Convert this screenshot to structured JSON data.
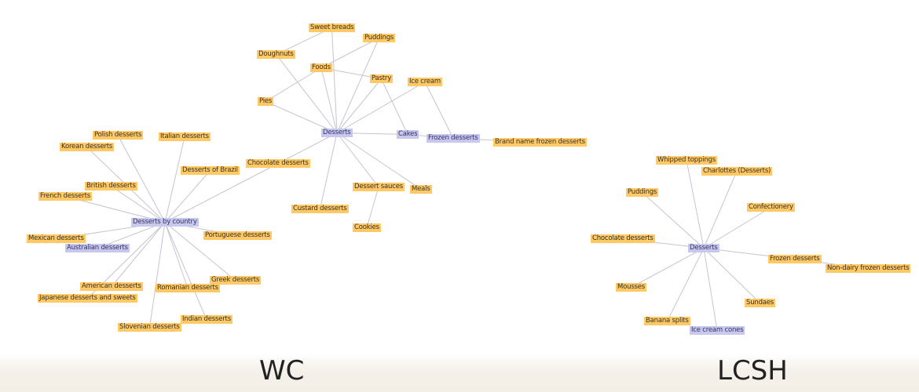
{
  "colors": {
    "leaf": "#ffc966",
    "hub": "#c8c8ee",
    "edge": "#c4c4d4"
  },
  "captions": {
    "wc": "WC",
    "lcsh": "LCSH"
  },
  "wc": {
    "desserts": "Desserts",
    "sweet_breads": "Sweet breads",
    "puddings": "Puddings",
    "doughnuts": "Doughnuts",
    "foods": "Foods",
    "pastry": "Pastry",
    "ice_cream": "Ice cream",
    "pies": "Pies",
    "cakes": "Cakes",
    "frozen": "Frozen desserts",
    "brand_name": "Brand name frozen desserts",
    "chocolate": "Chocolate desserts",
    "sauces": "Dessert sauces",
    "meals": "Meals",
    "custard": "Custard desserts",
    "cookies": "Cookies",
    "by_country": "Desserts by country",
    "italian": "Italian desserts",
    "polish": "Polish desserts",
    "korean": "Korean desserts",
    "brazil": "Desserts of Brazil",
    "british": "British desserts",
    "french": "French desserts",
    "portuguese": "Portuguese desserts",
    "mexican": "Mexican desserts",
    "australian": "Australian desserts",
    "greek": "Greek desserts",
    "american": "American desserts",
    "romanian": "Romanian desserts",
    "japanese": "Japanese desserts and sweets",
    "indian": "Indian desserts",
    "slovenian": "Slovenian desserts"
  },
  "lcsh": {
    "desserts": "Desserts",
    "whipped": "Whipped toppings",
    "charlottes": "Charlottes (Desserts)",
    "puddings": "Puddings",
    "confectionery": "Confectionery",
    "chocolate": "Chocolate desserts",
    "frozen": "Frozen desserts",
    "nondairy": "Non-dairy frozen desserts",
    "mousses": "Mousses",
    "sundaes": "Sundaes",
    "banana": "Banana splits",
    "cones": "Ice cream cones"
  },
  "edges": [
    [
      "wc-desserts",
      "wc-sweet_breads"
    ],
    [
      "wc-desserts",
      "wc-puddings"
    ],
    [
      "wc-desserts",
      "wc-doughnuts"
    ],
    [
      "wc-desserts",
      "wc-foods"
    ],
    [
      "wc-desserts",
      "wc-pastry"
    ],
    [
      "wc-desserts",
      "wc-ice_cream"
    ],
    [
      "wc-desserts",
      "wc-pies"
    ],
    [
      "wc-desserts",
      "wc-cakes"
    ],
    [
      "wc-desserts",
      "wc-chocolate"
    ],
    [
      "wc-desserts",
      "wc-sauces"
    ],
    [
      "wc-desserts",
      "wc-meals"
    ],
    [
      "wc-desserts",
      "wc-custard"
    ],
    [
      "wc-sauces",
      "wc-cookies"
    ],
    [
      "wc-doughnuts",
      "wc-sweet_breads"
    ],
    [
      "wc-foods",
      "wc-puddings"
    ],
    [
      "wc-foods",
      "wc-pies"
    ],
    [
      "wc-foods",
      "wc-pastry"
    ],
    [
      "wc-pastry",
      "wc-cakes"
    ],
    [
      "wc-cakes",
      "wc-frozen"
    ],
    [
      "wc-frozen",
      "wc-ice_cream"
    ],
    [
      "wc-frozen",
      "wc-brand_name"
    ],
    [
      "wc-chocolate",
      "wc-by_country"
    ],
    [
      "wc-by_country",
      "wc-polish"
    ],
    [
      "wc-by_country",
      "wc-italian"
    ],
    [
      "wc-by_country",
      "wc-korean"
    ],
    [
      "wc-by_country",
      "wc-brazil"
    ],
    [
      "wc-by_country",
      "wc-british"
    ],
    [
      "wc-by_country",
      "wc-french"
    ],
    [
      "wc-by_country",
      "wc-portuguese"
    ],
    [
      "wc-by_country",
      "wc-mexican"
    ],
    [
      "wc-by_country",
      "wc-australian"
    ],
    [
      "wc-by_country",
      "wc-greek"
    ],
    [
      "wc-by_country",
      "wc-american"
    ],
    [
      "wc-by_country",
      "wc-romanian"
    ],
    [
      "wc-by_country",
      "wc-japanese"
    ],
    [
      "wc-by_country",
      "wc-indian"
    ],
    [
      "wc-by_country",
      "wc-slovenian"
    ],
    [
      "lcsh-desserts",
      "lcsh-whipped"
    ],
    [
      "lcsh-desserts",
      "lcsh-charlottes"
    ],
    [
      "lcsh-desserts",
      "lcsh-puddings"
    ],
    [
      "lcsh-desserts",
      "lcsh-confectionery"
    ],
    [
      "lcsh-desserts",
      "lcsh-chocolate"
    ],
    [
      "lcsh-desserts",
      "lcsh-frozen"
    ],
    [
      "lcsh-frozen",
      "lcsh-nondairy"
    ],
    [
      "lcsh-desserts",
      "lcsh-mousses"
    ],
    [
      "lcsh-desserts",
      "lcsh-sundaes"
    ],
    [
      "lcsh-desserts",
      "lcsh-banana"
    ],
    [
      "lcsh-desserts",
      "lcsh-cones"
    ]
  ]
}
